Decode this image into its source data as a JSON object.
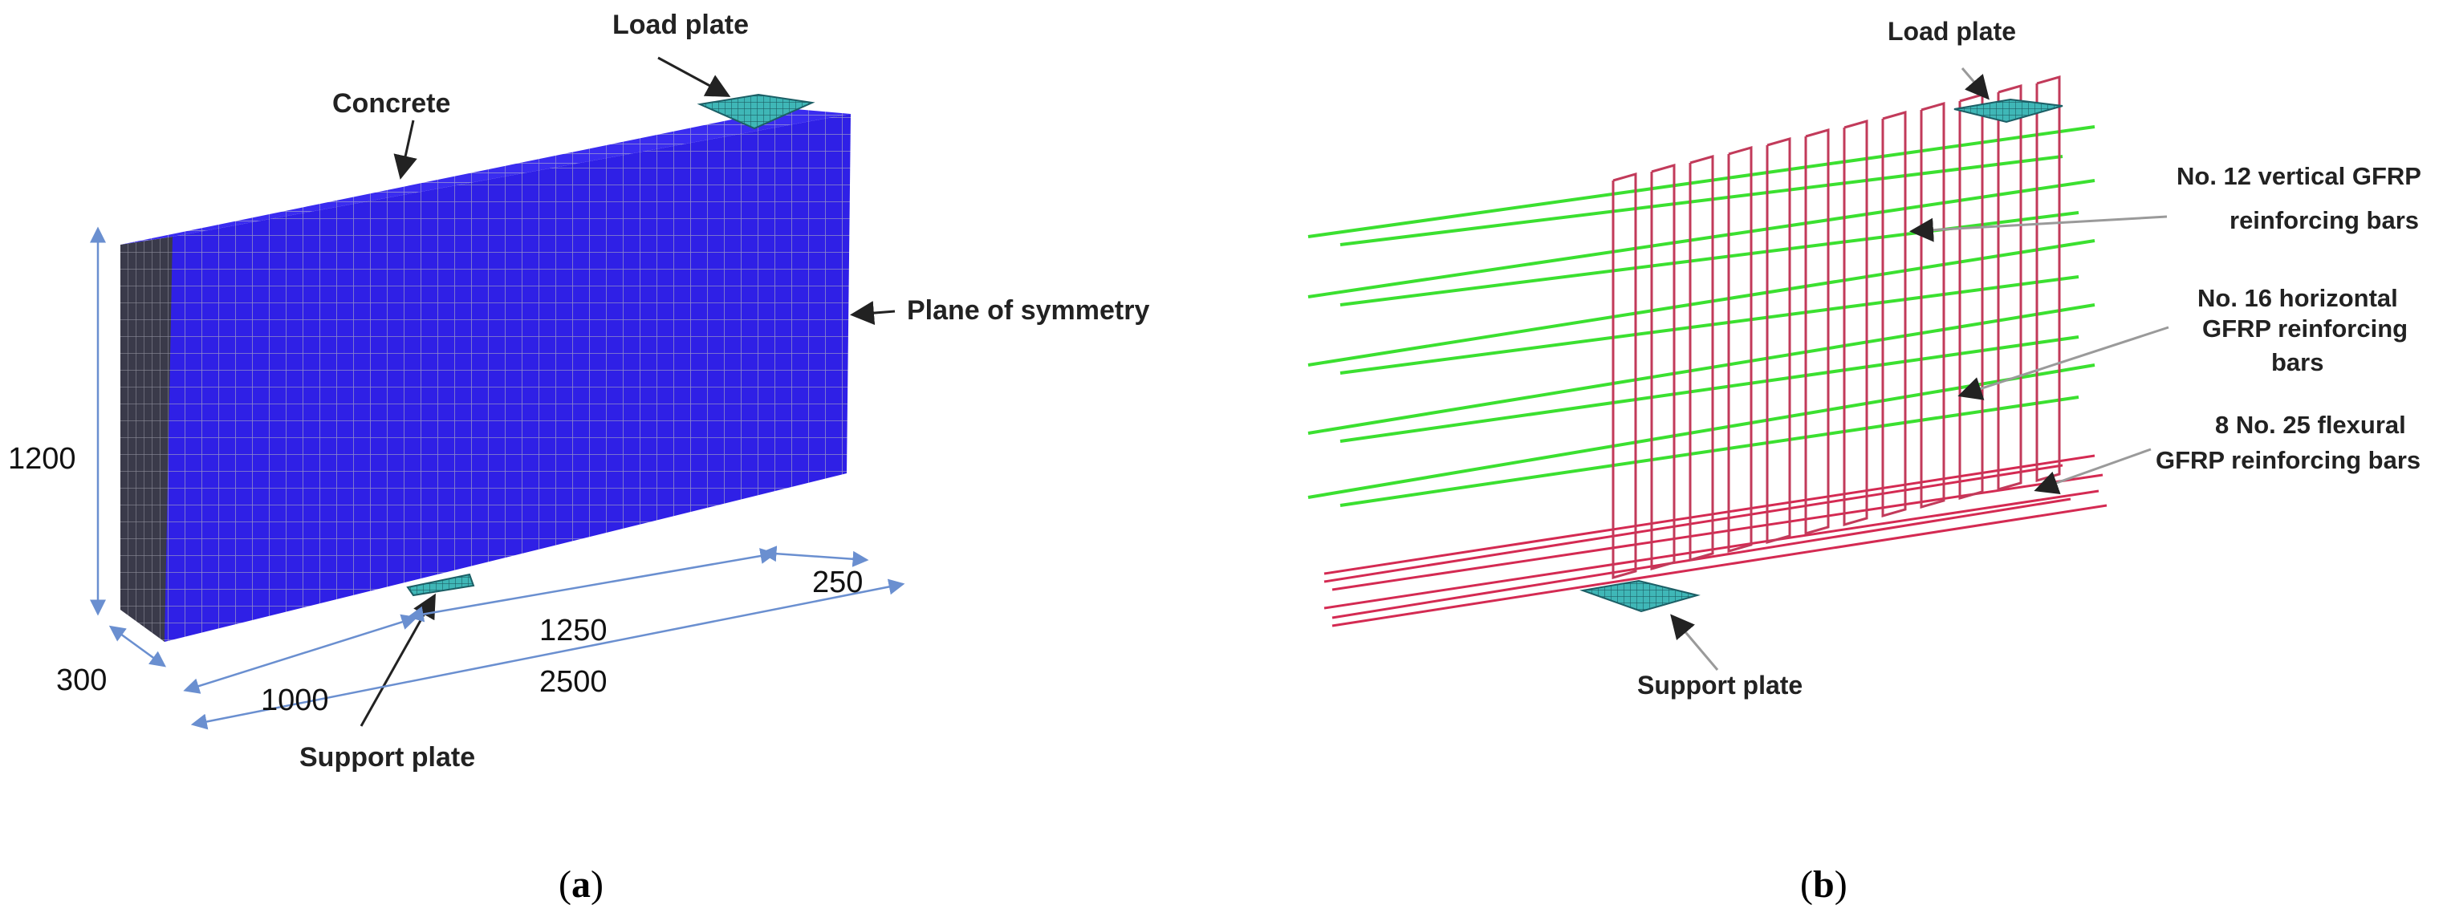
{
  "panel_a": {
    "labels": {
      "load_plate": "Load plate",
      "concrete": "Concrete",
      "plane_of_symmetry": "Plane of symmetry",
      "support_plate": "Support plate"
    },
    "dimensions": {
      "height": "1200",
      "width": "300",
      "support_offset": "1000",
      "mid": "1250",
      "end": "250",
      "total": "2500"
    },
    "caption": {
      "open": "(",
      "letter": "a",
      "close": ")"
    }
  },
  "panel_b": {
    "labels": {
      "load_plate": "Load plate",
      "vertical_bars_1": "No. 12 vertical GFRP",
      "vertical_bars_2": "reinforcing bars",
      "horizontal_bars_1": "No. 16 horizontal",
      "horizontal_bars_2": "GFRP reinforcing",
      "horizontal_bars_3": "bars",
      "flexural_bars_1": "8 No. 25 flexural",
      "flexural_bars_2": "GFRP reinforcing bars",
      "support_plate": "Support plate"
    },
    "caption": {
      "open": "(",
      "letter": "b",
      "close": ")"
    }
  },
  "colors": {
    "concrete_front": "#2f20e6",
    "concrete_top": "#3a2cf0",
    "concrete_side": "#3a3a4a",
    "mesh_line": "#8f8ac8",
    "plate": "#3fb7b7",
    "horizontal_bar": "#3be030",
    "stirrup": "#c23a5a",
    "flexural_bar": "#d42a52",
    "dimension_line": "#6a8fd0",
    "leader": "#222222"
  }
}
